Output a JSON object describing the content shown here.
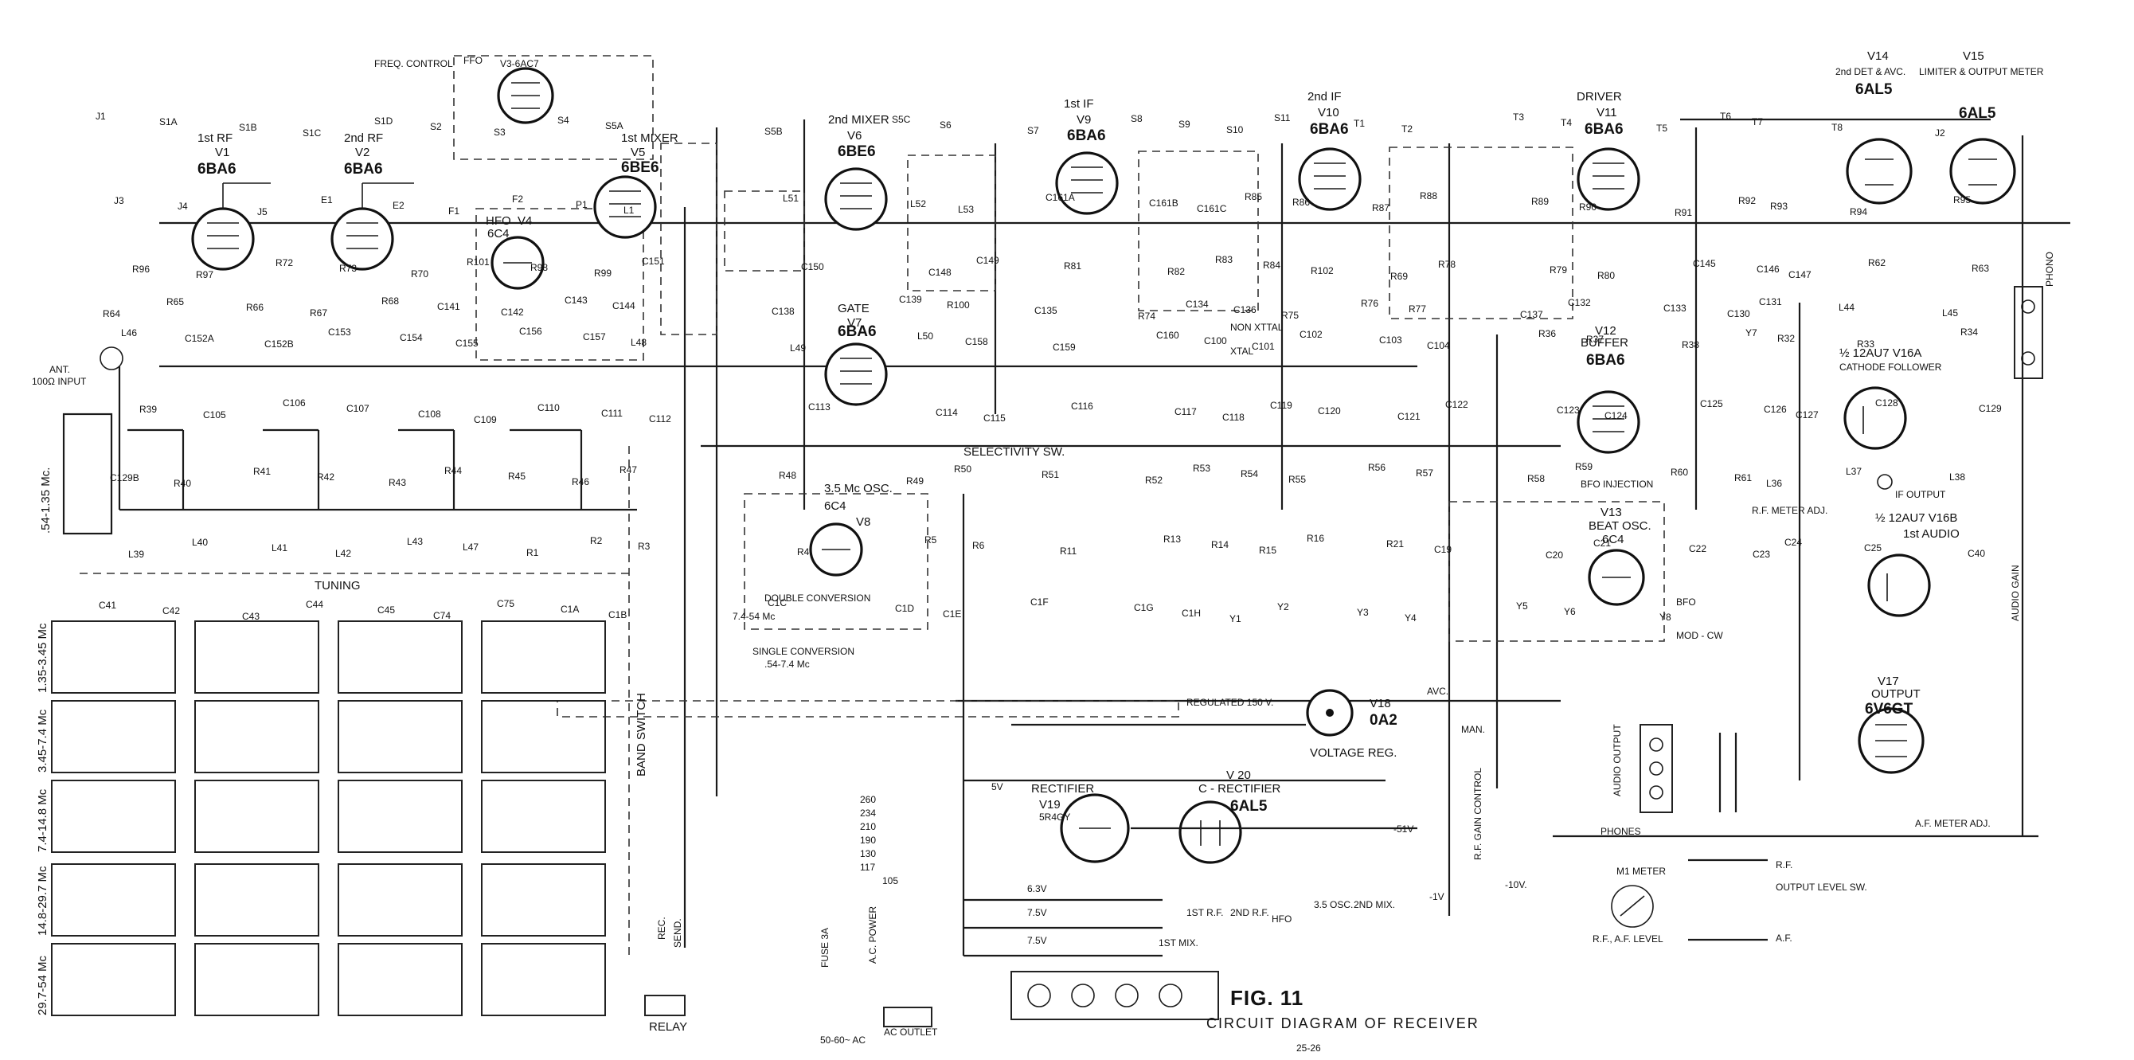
{
  "figure": {
    "title": "FIG. 11",
    "subtitle": "CIRCUIT DIAGRAM OF RECEIVER",
    "page": "25-26"
  },
  "tubes": [
    {
      "id": "v1",
      "fn": "1st RF",
      "ref": "V1",
      "type": "6BA6"
    },
    {
      "id": "v2",
      "fn": "2nd RF",
      "ref": "V2",
      "type": "6BA6"
    },
    {
      "id": "v3",
      "fn": "FREQ. CONTROL",
      "ref": "V3-6AC7",
      "type": "FFO"
    },
    {
      "id": "v4",
      "fn": "HFO",
      "ref": "V4",
      "type": "6C4"
    },
    {
      "id": "v5",
      "fn": "1st MIXER",
      "ref": "V5",
      "type": "6BE6"
    },
    {
      "id": "v6",
      "fn": "2nd MIXER",
      "ref": "V6",
      "type": "6BE6"
    },
    {
      "id": "v7",
      "fn": "GATE",
      "ref": "V7",
      "type": "6BA6"
    },
    {
      "id": "v8",
      "fn": "3.5 Mc OSC.",
      "ref": "V8",
      "type": "6C4"
    },
    {
      "id": "v9",
      "fn": "1st IF",
      "ref": "V9",
      "type": "6BA6"
    },
    {
      "id": "v10",
      "fn": "2nd IF",
      "ref": "V10",
      "type": "6BA6"
    },
    {
      "id": "v11",
      "fn": "DRIVER",
      "ref": "V11",
      "type": "6BA6"
    },
    {
      "id": "v12",
      "fn": "BUFFER",
      "ref": "V12",
      "type": "6BA6"
    },
    {
      "id": "v13",
      "fn": "BEAT OSC.",
      "ref": "V13",
      "type": "6C4"
    },
    {
      "id": "v14",
      "fn": "2nd DET & AVC.",
      "ref": "V14",
      "type": "6AL5"
    },
    {
      "id": "v15",
      "fn": "LIMITER & OUTPUT METER",
      "ref": "V15",
      "type": "6AL5"
    },
    {
      "id": "v16a",
      "fn": "CATHODE FOLLOWER",
      "ref": "½ 12AU7 V16A",
      "type": ""
    },
    {
      "id": "v16b",
      "fn": "1st AUDIO",
      "ref": "½ 12AU7 V16B",
      "type": ""
    },
    {
      "id": "v17",
      "fn": "OUTPUT",
      "ref": "V17",
      "type": "6V6GT"
    },
    {
      "id": "v18",
      "fn": "VOLTAGE REG.",
      "ref": "V18",
      "type": "0A2"
    },
    {
      "id": "v19",
      "fn": "RECTIFIER",
      "ref": "V19",
      "type": "5R4GY"
    },
    {
      "id": "v20",
      "fn": "C - RECTIFIER",
      "ref": "V 20",
      "type": "6AL5"
    }
  ],
  "bands": [
    {
      "label": ".54-1.35 Mc."
    },
    {
      "label": "1.35-3.45 Mc"
    },
    {
      "label": "3.45-7.4 Mc"
    },
    {
      "label": "7.4-14.8 Mc"
    },
    {
      "label": "14.8-29.7 Mc"
    },
    {
      "label": "29.7-54 Mc"
    }
  ],
  "labels": {
    "ant": "ANT.",
    "ant_input": "100Ω INPUT",
    "tuning": "TUNING",
    "band_switch": "BAND SWITCH",
    "selectivity": "SELECTIVITY SW.",
    "non_xtal": "NON XTTAL",
    "xtal": "XTAL",
    "double_conv": "DOUBLE CONVERSION",
    "single_conv": "SINGLE CONVERSION",
    "single_conv_range": ".54-7.4 Mc",
    "double_conv_range": "7.4-54 Mc",
    "regulated": "REGULATED 150 V.",
    "relay": "RELAY",
    "rec": "REC.",
    "send": "SEND.",
    "ac_outlet": "AC OUTLET",
    "mains": "50-60~ AC",
    "fuse": "FUSE 3A",
    "ac_power": "A.C. POWER",
    "audio_output": "AUDIO OUTPUT",
    "phones": "PHONES",
    "af_meter_adj": "A.F. METER ADJ.",
    "rf_meter_adj": "R.F. METER ADJ.",
    "meter": "M1 METER",
    "meter_scale": "R.F., A.F. LEVEL",
    "output_level": "OUTPUT LEVEL SW.",
    "rf": "R.F.",
    "af": "A.F.",
    "if_output": "IF OUTPUT",
    "audio_gain": "AUDIO GAIN",
    "phono": "PHONO",
    "bfo_injection": "BFO INJECTION",
    "bfo": "BFO",
    "mod_cw": "MOD - CW",
    "avc": "AVC.",
    "man": "MAN.",
    "rf_gain": "R.F. GAIN CONTROL",
    "neg51": "-51V",
    "neg10": "-10V.",
    "neg1": "-1V",
    "v63": "6.3V",
    "v75a": "7.5V",
    "v75b": "7.5V",
    "v5": "5V",
    "taps": [
      "260",
      "234",
      "210",
      "190",
      "130",
      "117",
      "105"
    ],
    "heater_labels": [
      "1ST R.F.",
      "2ND R.F.",
      "1ST MIX.",
      "HFO",
      "3.5 OSC.",
      "2ND MIX."
    ]
  },
  "refs": [
    "J1",
    "S1A",
    "S1B",
    "S1C",
    "S1D",
    "S2",
    "S3",
    "S4",
    "S5A",
    "S5B",
    "S5C",
    "S6",
    "S7",
    "S8",
    "S9",
    "S10",
    "S11",
    "T1",
    "T2",
    "T3",
    "T4",
    "T5",
    "T6",
    "T7",
    "T8",
    "J2",
    "J3",
    "J4",
    "J5",
    "E1",
    "E2",
    "F1",
    "F2",
    "P1",
    "L1",
    "L51",
    "L52",
    "L53",
    "C161A",
    "C161B",
    "C161C",
    "R85",
    "R86",
    "R87",
    "R88",
    "R89",
    "R90",
    "R91",
    "R92",
    "R93",
    "R94",
    "R95",
    "R96",
    "R97",
    "R72",
    "R73",
    "R70",
    "R101",
    "R98",
    "R99",
    "C151",
    "C150",
    "C148",
    "C149",
    "R81",
    "R82",
    "R83",
    "R84",
    "R102",
    "R69",
    "R78",
    "R79",
    "R80",
    "C145",
    "C146",
    "C147",
    "R62",
    "R63",
    "R64",
    "R65",
    "R66",
    "R67",
    "R68",
    "C141",
    "C142",
    "C143",
    "C144",
    "C138",
    "C139",
    "R100",
    "C135",
    "R74",
    "C134",
    "C136",
    "R75",
    "R76",
    "R77",
    "C137",
    "C132",
    "C133",
    "C130",
    "C131",
    "L44",
    "L45",
    "L46",
    "C152A",
    "C152B",
    "C153",
    "C154",
    "C155",
    "C156",
    "C157",
    "L48",
    "L49",
    "L50",
    "C158",
    "C159",
    "C160",
    "C100",
    "C101",
    "C102",
    "C103",
    "C104",
    "R36",
    "R37",
    "R38",
    "Y7",
    "R32",
    "R33",
    "R34",
    "R39",
    "C105",
    "C106",
    "C107",
    "C108",
    "C109",
    "C110",
    "C111",
    "C112",
    "C113",
    "C114",
    "C115",
    "C116",
    "C117",
    "C118",
    "C119",
    "C120",
    "C121",
    "C122",
    "C123",
    "C124",
    "C125",
    "C126",
    "C127",
    "C128",
    "C129",
    "C129B",
    "R40",
    "R41",
    "R42",
    "R43",
    "R44",
    "R45",
    "R46",
    "R47",
    "R48",
    "R49",
    "R50",
    "R51",
    "R52",
    "R53",
    "R54",
    "R55",
    "R56",
    "R57",
    "R58",
    "R59",
    "R60",
    "R61",
    "L36",
    "L37",
    "L38",
    "L39",
    "L40",
    "L41",
    "L42",
    "L43",
    "L47",
    "R1",
    "R2",
    "R3",
    "R4",
    "R5",
    "R6",
    "R11",
    "R13",
    "R14",
    "R15",
    "R16",
    "R21",
    "C19",
    "C20",
    "C21",
    "C22",
    "C23",
    "C24",
    "C25",
    "C40",
    "C41",
    "C42",
    "C43",
    "C44",
    "C45",
    "C74",
    "C75",
    "C1A",
    "C1B",
    "C1C",
    "C1D",
    "C1E",
    "C1F",
    "C1G",
    "C1H",
    "Y1",
    "Y2",
    "Y3",
    "Y4",
    "Y5",
    "Y6",
    "Y8"
  ],
  "colors": {
    "ink": "#111111",
    "paper": "#ffffff"
  }
}
